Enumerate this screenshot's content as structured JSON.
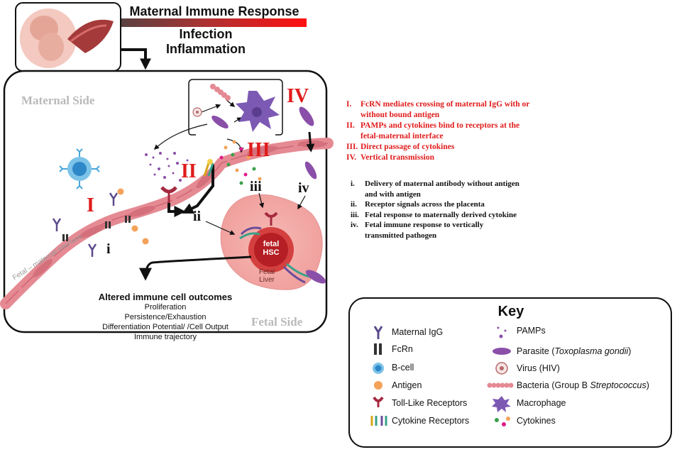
{
  "banner": {
    "title": "Maternal Immune Response",
    "subtitle_1": "Infection",
    "subtitle_2": "Inflammation"
  },
  "sides": {
    "maternal": "Maternal Side",
    "fetal": "Fetal Side"
  },
  "interface_label": "Fetal – maternal  interface",
  "roman_markers": {
    "I": "I",
    "II": "II",
    "III": "III",
    "IV": "IV",
    "i": "i",
    "ii": "ii",
    "iii": "iii",
    "iv": "iv"
  },
  "fetal_hsc": {
    "line1": "fetal",
    "line2": "HSC"
  },
  "fetal_liver": {
    "line1": "Fetal",
    "line2": "Liver"
  },
  "mechanisms_maternal": [
    {
      "num": "I.",
      "text": "FcRN mediates crossing of maternal IgG with or without bound antigen"
    },
    {
      "num": "II.",
      "text": "PAMPs and cytokines bind to receptors at the fetal-maternal interface"
    },
    {
      "num": "III.",
      "text": "Direct passage of cytokines"
    },
    {
      "num": "IV.",
      "text": "Vertical transmission"
    }
  ],
  "mechanisms_fetal": [
    {
      "num": "i.",
      "text": "Delivery of maternal antibody without antigen and with antigen"
    },
    {
      "num": "ii.",
      "text": "Receptor signals across the placenta"
    },
    {
      "num": "iii.",
      "text": "Fetal response to maternally derived cytokine"
    },
    {
      "num": "iv.",
      "text": "Fetal immune response to vertically transmitted pathogen"
    }
  ],
  "outcomes": {
    "heading": "Altered immune cell outcomes",
    "items": [
      "Proliferation",
      "Persistence/Exhaustion",
      "Differentiation Potential/ /Cell Output",
      "Immune trajectory"
    ]
  },
  "key": {
    "title": "Key",
    "left": [
      {
        "icon": "maternal-igg-icon",
        "label": "Maternal IgG"
      },
      {
        "icon": "fcrn-icon",
        "label": "FcRn"
      },
      {
        "icon": "b-cell-icon",
        "label": "B-cell"
      },
      {
        "icon": "antigen-icon",
        "label": "Antigen"
      },
      {
        "icon": "toll-like-receptor-icon",
        "label": "Toll-Like Receptors"
      },
      {
        "icon": "cytokine-receptor-icon",
        "label": "Cytokine Receptors"
      }
    ],
    "right": [
      {
        "icon": "pamps-icon",
        "label": "PAMPs"
      },
      {
        "icon": "parasite-icon",
        "label": "Parasite (",
        "italic": "Toxoplasma gondii",
        "suffix": ")"
      },
      {
        "icon": "virus-icon",
        "label": "Virus (HIV)"
      },
      {
        "icon": "bacteria-icon",
        "label": "Bacteria (Group B ",
        "italic": "Streptococcus",
        "suffix": ")"
      },
      {
        "icon": "macrophage-icon",
        "label": "Macrophage"
      },
      {
        "icon": "cytokines-icon",
        "label": "Cytokines"
      }
    ]
  },
  "colors": {
    "accent_red": "#e01b1b",
    "membrane_pink": "#e58a93",
    "liver_pink": "#f2a7a7",
    "hsc_red": "#b51e24",
    "igg_purple": "#5b4a8b",
    "bcell_blue": "#4aa6d9",
    "antigen_orange": "#f4a25a",
    "parasite_purple": "#8a4fa8"
  }
}
